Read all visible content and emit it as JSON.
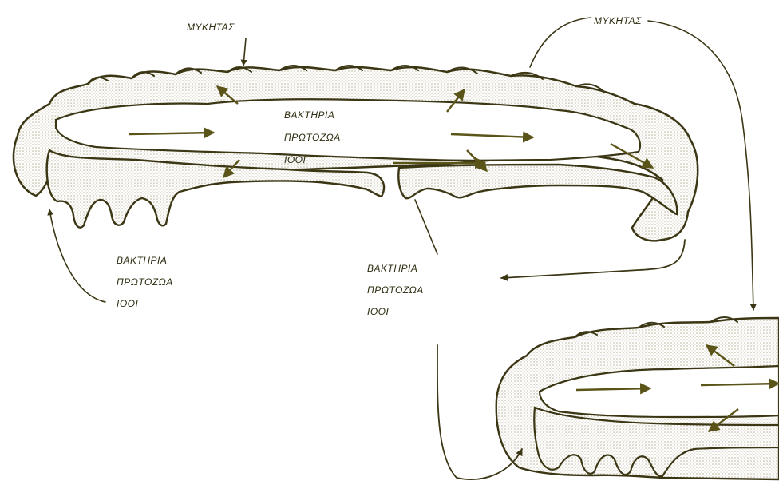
{
  "labels": {
    "fungus_left": "ΜΥΚΗΤΑΣ",
    "fungus_right": "ΜΥΚΗΤΑΣ",
    "center_line1": "ΒΑΚΤΗΡΙΑ",
    "center_line2": "ΠΡΩΤΟΖΩΑ",
    "center_line3": "ΙΟΟΙ",
    "left_line1": "ΒΑΚΤΗΡΙΑ",
    "left_line2": "ΠΡΩΤΟΖΩΑ",
    "left_line3": "ΙΟΟΙ",
    "mid_line1": "ΒΑΚΤΗΡΙΑ",
    "mid_line2": "ΠΡΩΤΟΖΩΑ",
    "mid_line3": "ΙΟΟΙ"
  },
  "colors": {
    "ink": "#3b3614",
    "arrow": "#5a5418",
    "shade": "#d9d6c4"
  }
}
